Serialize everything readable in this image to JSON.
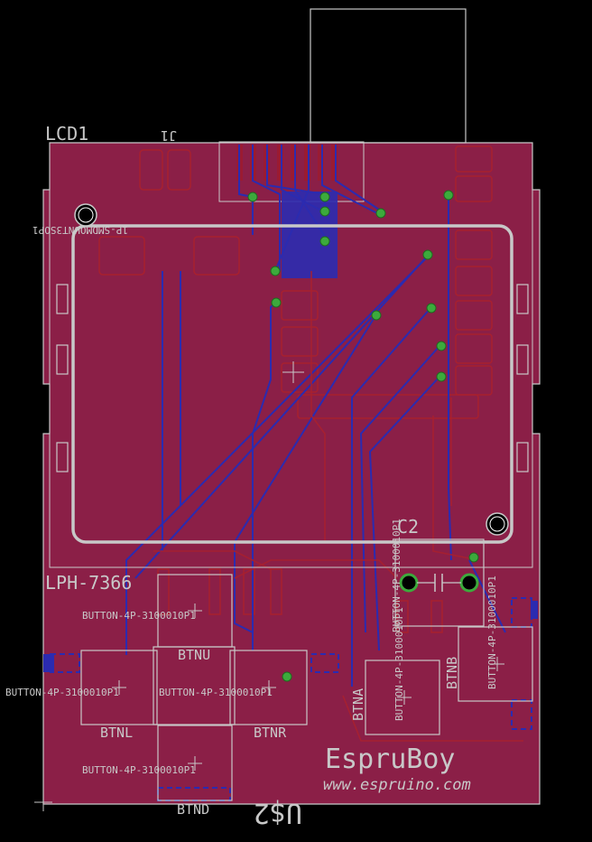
{
  "board": {
    "lcd_ref": "LCD1",
    "lcd_part": "LPH-7366",
    "j_ref": "J1",
    "c_ref": "C2",
    "mounting_label": "1P-SMDMOUNT3SOP1",
    "brand": "EspruBoy",
    "url": "www.espruino.com",
    "mcu_ref": "U$2"
  },
  "buttons": [
    {
      "ref": "BTNU",
      "part": "BUTTON-4P-3100010P1"
    },
    {
      "ref": "BTNL",
      "part": "BUTTON-4P-3100010P1"
    },
    {
      "ref": "BTNR",
      "part": "BUTTON-4P-3100010P1"
    },
    {
      "ref": "BTND",
      "part": "BUTTON-4P-3100010P1"
    },
    {
      "ref": "BTNA",
      "part": "BUTTON-4P-3100010P1"
    },
    {
      "ref": "BTNB",
      "part": "BUTTON-4P-3100010P1"
    }
  ],
  "colors": {
    "background": "#000000",
    "board_fill": "#8b1f47",
    "silkscreen": "#c8c8c8",
    "top_copper": "#b02030",
    "bottom_copper": "#2b2bb0",
    "via": "#3caa3c"
  }
}
